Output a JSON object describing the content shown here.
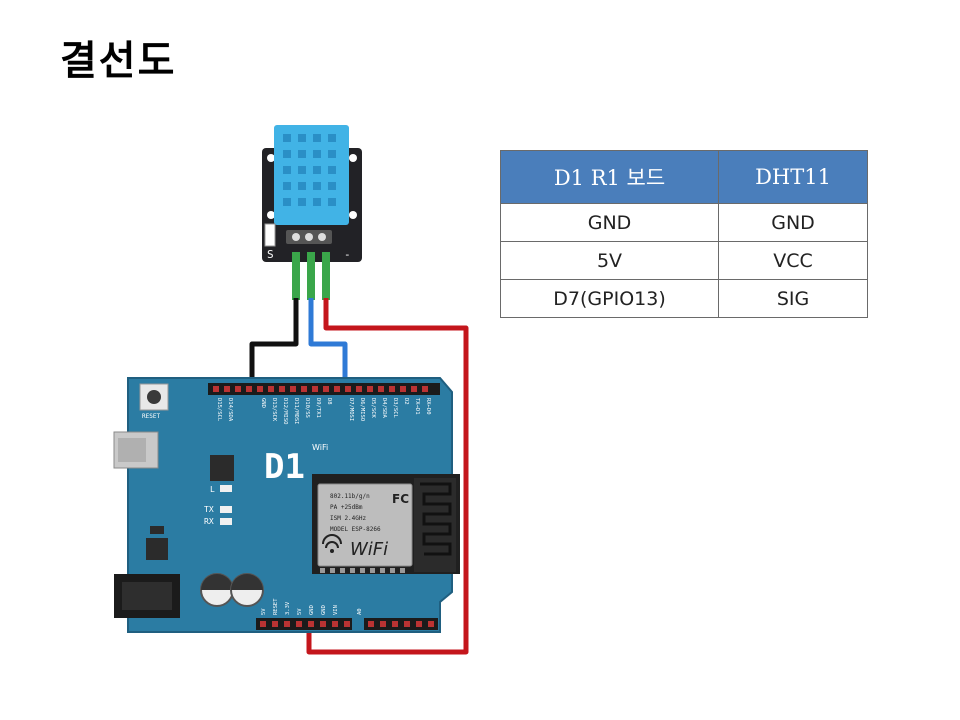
{
  "title": "결선도",
  "table": {
    "headers": [
      "D1 R1 보드",
      "DHT11"
    ],
    "rows": [
      [
        "GND",
        "GND"
      ],
      [
        "5V",
        "VCC"
      ],
      [
        "D7(GPIO13)",
        "SIG"
      ]
    ]
  },
  "sensor_module": {
    "label_s": "S",
    "label_minus": "-"
  },
  "board": {
    "logo": "D1",
    "logo_super": "WiFi",
    "reset_label": "RESET",
    "led_l": "L",
    "led_tx": "TX",
    "led_rx": "RX",
    "chip_model": "MODEL ESP-8266",
    "chip_band": "ISM 2.4GHz",
    "chip_pa": "PA +25dBm",
    "chip_proto": "802.11b/g/n",
    "chip_fc": "FC",
    "chip_wifi": "WiFi",
    "top_pins": [
      "D15/SCL",
      "D14/SDA",
      "",
      "",
      "GND",
      "D13/SCK",
      "D12/MISO",
      "D11/MOSI",
      "D10/SS",
      "D9/TX1",
      "D8",
      "",
      "D7/MOSI",
      "D6/MISO",
      "D5/SCK",
      "D4/SDA",
      "D3/SCL",
      "D2",
      "TX→D1",
      "RX←D0"
    ],
    "bottom_pins": [
      "5V",
      "RESET",
      "3.3V",
      "5V",
      "GND",
      "GND",
      "VIN",
      "",
      "A0"
    ]
  },
  "colors": {
    "board": "#2b7ca3",
    "wire_gnd": "#111111",
    "wire_sig": "#2f7ad6",
    "wire_vcc": "#c4161c",
    "sensor_header_green": "#3aa64a",
    "table_header": "#4a7ebb"
  }
}
